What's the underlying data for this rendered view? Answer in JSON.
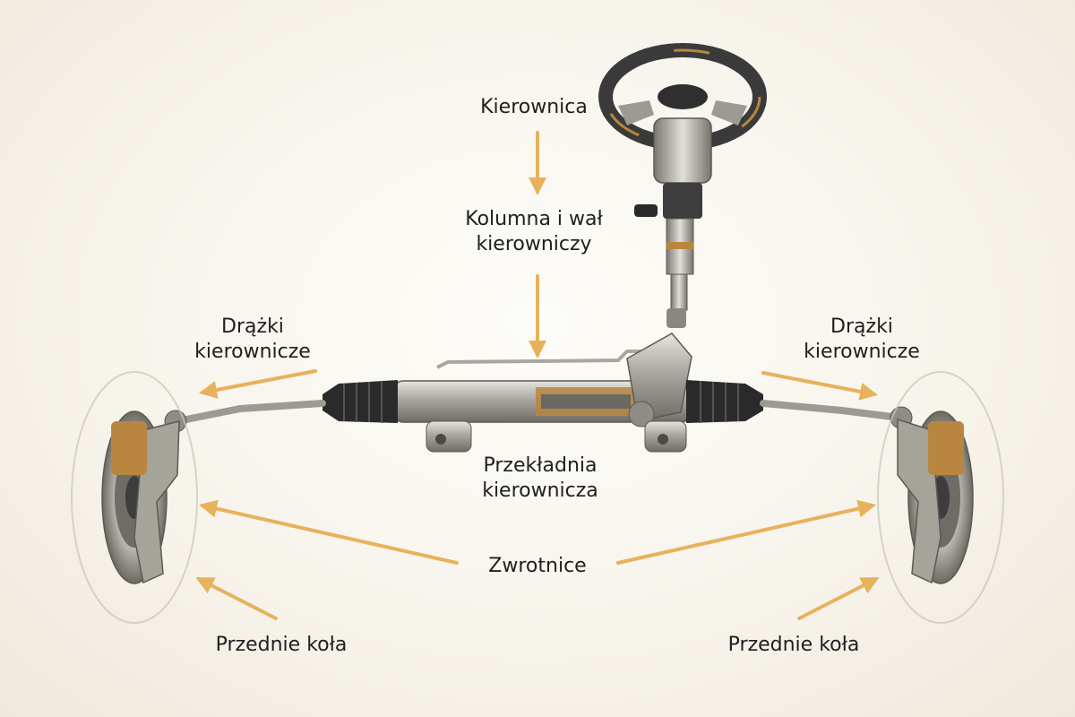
{
  "labels": {
    "steering_wheel": [
      "Kierownica"
    ],
    "column": [
      "Kolumna i wał",
      "kierowniczy"
    ],
    "tie_rods_left": [
      "Drążki",
      "kierownicze"
    ],
    "tie_rods_right": [
      "Drążki",
      "kierownicze"
    ],
    "gear": [
      "Przekładnia",
      "kierownicza"
    ],
    "knuckles": [
      "Zwrotnice"
    ],
    "wheels_left": [
      "Przednie koła"
    ],
    "wheels_right": [
      "Przednie koła"
    ]
  },
  "colors": {
    "arrow": "#e8b15c",
    "metal": "#9c9a94",
    "boot": "#2a2a2a",
    "copper": "#b8863f",
    "text": "#1f1f1f"
  }
}
